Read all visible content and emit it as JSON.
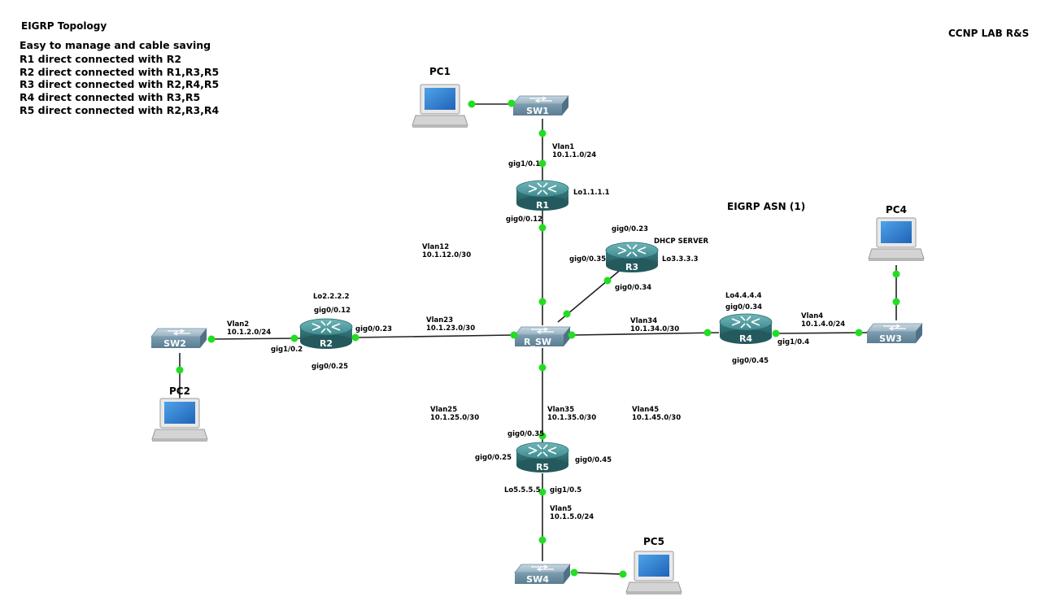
{
  "title": "EIGRP Topology",
  "corner_label": "CCNP LAB R&S",
  "asn_label": "EIGRP ASN (1)",
  "description": [
    "Easy to manage and cable saving",
    "R1 direct connected with R2",
    "R2 direct connected with R1,R3,R5",
    "R3 direct connected with R2,R4,R5",
    "R4 direct connected with R3,R5",
    "R5 direct connected with R2,R3,R4"
  ],
  "colors": {
    "link": "#222222",
    "port_dot": "#22dd22",
    "router_top": "#4f9a9e",
    "router_body": "#2f6f74",
    "switch_top": "#9bb4c3",
    "switch_body": "#6d8fa4"
  },
  "routers": {
    "r1": {
      "label": "R1",
      "loopback": "Lo1.1.1.1"
    },
    "r2": {
      "label": "R2",
      "loopback": "Lo2.2.2.2"
    },
    "r3": {
      "label": "R3",
      "loopback": "Lo3.3.3.3",
      "role": "DHCP SERVER"
    },
    "r4": {
      "label": "R4",
      "loopback": "Lo4.4.4.4"
    },
    "r5": {
      "label": "R5",
      "loopback": "Lo5.5.5.5"
    }
  },
  "switches": {
    "sw1": "SW1",
    "sw2": "SW2",
    "sw3": "SW3",
    "sw4": "SW4",
    "rsw": "R_SW"
  },
  "pcs": {
    "pc1": "PC1",
    "pc2": "PC2",
    "pc4": "PC4",
    "pc5": "PC5"
  },
  "interfaces": {
    "r1_gig10_1": "gig1/0.1",
    "r1_gig0_12": "gig0/0.12",
    "r2_gig0_12": "gig0/0.12",
    "r2_gig0_23": "gig0/0.23",
    "r2_gig1_2": "gig1/0.2",
    "r2_gig0_25": "gig0/0.25",
    "r3_gig0_23": "gig0/0.23",
    "r3_gig0_35": "gig0/0.35",
    "r3_gig0_34": "gig0/0.34",
    "r4_gig0_34": "gig0/0.34",
    "r4_gig1_4": "gig1/0.4",
    "r4_gig0_45": "gig0/0.45",
    "r5_gig0_35": "gig0/0.35",
    "r5_gig0_25": "gig0/0.25",
    "r5_gig0_45": "gig0/0.45",
    "r5_gig1_5": "gig1/0.5"
  },
  "vlans": {
    "vlan1": {
      "name": "Vlan1",
      "subnet": "10.1.1.0/24"
    },
    "vlan2": {
      "name": "Vlan2",
      "subnet": "10.1.2.0/24"
    },
    "vlan4": {
      "name": "Vlan4",
      "subnet": "10.1.4.0/24"
    },
    "vlan5": {
      "name": "Vlan5",
      "subnet": "10.1.5.0/24"
    },
    "vlan12": {
      "name": "Vlan12",
      "subnet": "10.1.12.0/30"
    },
    "vlan23": {
      "name": "Vlan23",
      "subnet": "10.1.23.0/30"
    },
    "vlan25": {
      "name": "Vlan25",
      "subnet": "10.1.25.0/30"
    },
    "vlan34": {
      "name": "Vlan34",
      "subnet": "10.1.34.0/30"
    },
    "vlan35": {
      "name": "Vlan35",
      "subnet": "10.1.35.0/30"
    },
    "vlan45": {
      "name": "Vlan45",
      "subnet": "10.1.45.0/30"
    }
  }
}
